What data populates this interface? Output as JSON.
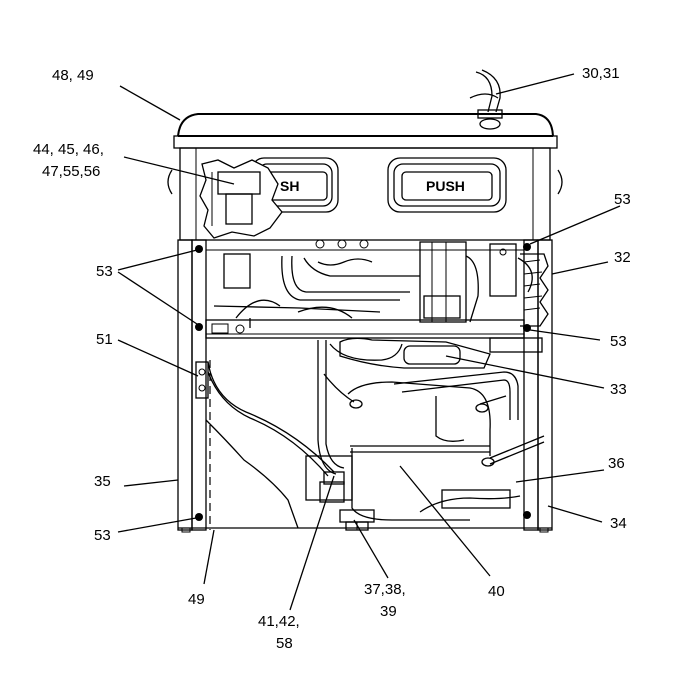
{
  "diagram": {
    "buttons": {
      "left": "SH",
      "right": "PUSH"
    },
    "callouts": {
      "c48_49": "48, 49",
      "c30_31": "30,31",
      "c44_a": "44, 45, 46,",
      "c44_b": "47,55,56",
      "c53_tr": "53",
      "c32": "32",
      "c53_l": "53",
      "c51": "51",
      "c53_r": "53",
      "c33": "33",
      "c35": "35",
      "c36": "36",
      "c53_bl": "53",
      "c34": "34",
      "c49": "49",
      "c37_a": "37,38,",
      "c37_b": "39",
      "c40": "40",
      "c41_a": "41,42,",
      "c41_b": "58"
    }
  }
}
